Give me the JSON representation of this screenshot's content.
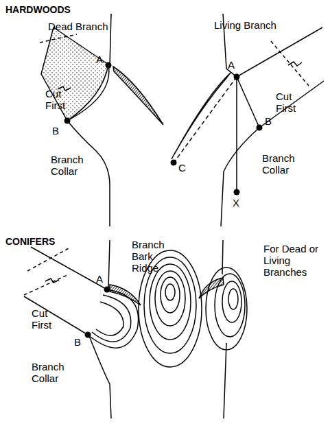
{
  "diagram": {
    "labels": [
      "HARDWOODS",
      "Dead Branch",
      "A",
      "Cut First",
      "B",
      "Branch Collar",
      "Living Branch",
      "A",
      "Cut First",
      "B",
      "Branch Collar",
      "C",
      "X",
      "CONIFERS",
      "Branch Bark Ridge",
      "For Dead or Living Branches",
      "A",
      "Cut First",
      "B",
      "Branch Collar"
    ]
  }
}
